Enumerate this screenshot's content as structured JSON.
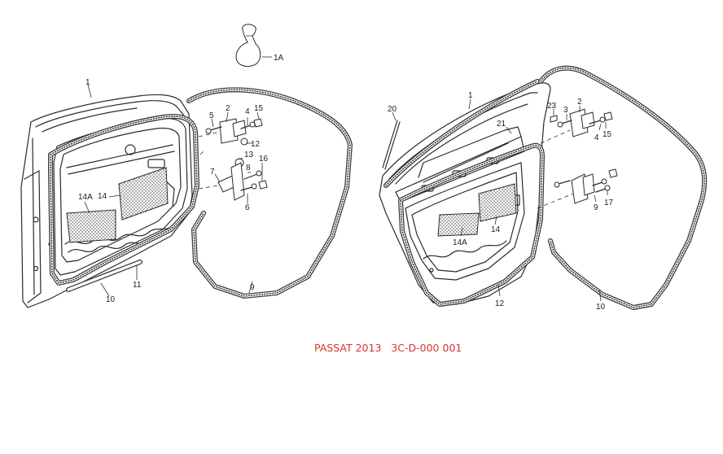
{
  "caption": {
    "model": "PASSAT 2013",
    "diagram_code": "3C-D-000 001",
    "color": "#d8342c"
  },
  "front_door_callouts": [
    "1",
    "1A",
    "2",
    "4",
    "5",
    "6",
    "7",
    "8",
    "9",
    "10",
    "11",
    "12",
    "13",
    "14",
    "14A",
    "15",
    "16"
  ],
  "rear_door_callouts": [
    "1",
    "2",
    "3",
    "4",
    "9",
    "10",
    "12",
    "14",
    "14A",
    "15",
    "17",
    "20",
    "21",
    "23"
  ]
}
